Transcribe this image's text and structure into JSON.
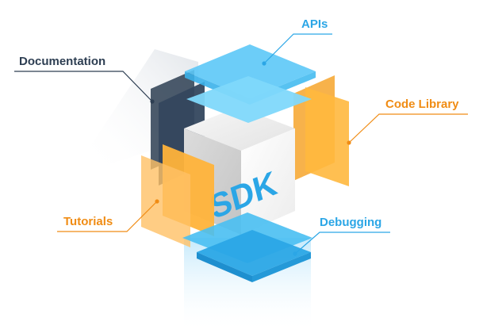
{
  "diagram": {
    "center_label": "SDK",
    "labels": {
      "documentation": "Documentation",
      "apis": "APIs",
      "code_library": "Code Library",
      "tutorials": "Tutorials",
      "debugging": "Debugging"
    },
    "colors": {
      "dark_navy": "#2d3e52",
      "sky_blue": "#2ba6e6",
      "orange": "#f08c14",
      "cube_face": "#ececec"
    }
  }
}
